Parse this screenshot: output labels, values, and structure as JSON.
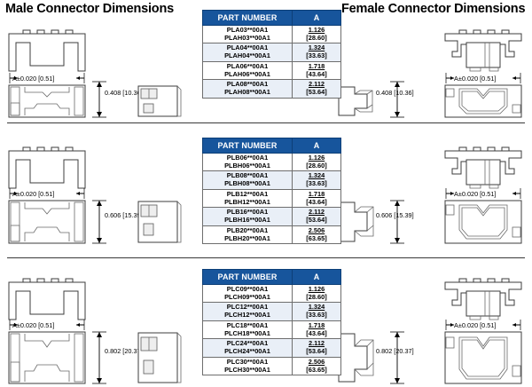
{
  "headings": {
    "male": "Male Connector Dimensions",
    "female": "Female Connector Dimensions"
  },
  "table_headers": {
    "part_number": "PART NUMBER",
    "a": "A"
  },
  "dimension_labels": {
    "width_callout": "A±0.020 [0.51]",
    "height_row1_inch": "0.408",
    "height_row1_mm": "[10.36]",
    "height_row2_inch": "0.606",
    "height_row2_mm": "[15.39]",
    "height_row3_inch": "0.802",
    "height_row3_mm": "[20.37]"
  },
  "colors": {
    "table_header_bg": "#17559c",
    "table_header_text": "#ffffff",
    "alt_row_bg": "#e9eff7",
    "rule": "#3a3a3a",
    "drawing_line": "#3c3c3c"
  },
  "tables": [
    {
      "id": "series-a",
      "rows": [
        {
          "pn1": "PLA03**00A1",
          "pn2": "PLAH03**00A1",
          "a_inch": "1.126",
          "a_mm": "[28.60]"
        },
        {
          "pn1": "PLA04**00A1",
          "pn2": "PLAH04**00A1",
          "a_inch": "1.324",
          "a_mm": "[33.63]"
        },
        {
          "pn1": "PLA06**00A1",
          "pn2": "PLAH06**00A1",
          "a_inch": "1.718",
          "a_mm": "[43.64]"
        },
        {
          "pn1": "PLA08**00A1",
          "pn2": "PLAH08**00A1",
          "a_inch": "2.112",
          "a_mm": "[53.64]"
        }
      ]
    },
    {
      "id": "series-b",
      "rows": [
        {
          "pn1": "PLB06**00A1",
          "pn2": "PLBH06**00A1",
          "a_inch": "1.126",
          "a_mm": "[28.60]"
        },
        {
          "pn1": "PLB08**00A1",
          "pn2": "PLBH08**00A1",
          "a_inch": "1.324",
          "a_mm": "[33.63]"
        },
        {
          "pn1": "PLB12**00A1",
          "pn2": "PLBH12**00A1",
          "a_inch": "1.718",
          "a_mm": "[43.64]"
        },
        {
          "pn1": "PLB16**00A1",
          "pn2": "PLBH16**00A1",
          "a_inch": "2.112",
          "a_mm": "[53.64]"
        },
        {
          "pn1": "PLB20**00A1",
          "pn2": "PLBH20**00A1",
          "a_inch": "2.506",
          "a_mm": "[63.65]"
        }
      ]
    },
    {
      "id": "series-c",
      "rows": [
        {
          "pn1": "PLC09**00A1",
          "pn2": "PLCH09**00A1",
          "a_inch": "1.126",
          "a_mm": "[28.60]"
        },
        {
          "pn1": "PLC12**00A1",
          "pn2": "PLCH12**00A1",
          "a_inch": "1.324",
          "a_mm": "[33.63]"
        },
        {
          "pn1": "PLC18**00A1",
          "pn2": "PLCH18**00A1",
          "a_inch": "1.718",
          "a_mm": "[43.64]"
        },
        {
          "pn1": "PLC24**00A1",
          "pn2": "PLCH24**00A1",
          "a_inch": "2.112",
          "a_mm": "[53.64]"
        },
        {
          "pn1": "PLC30**00A1",
          "pn2": "PLCH30**00A1",
          "a_inch": "2.506",
          "a_mm": "[63.65]"
        }
      ]
    }
  ]
}
